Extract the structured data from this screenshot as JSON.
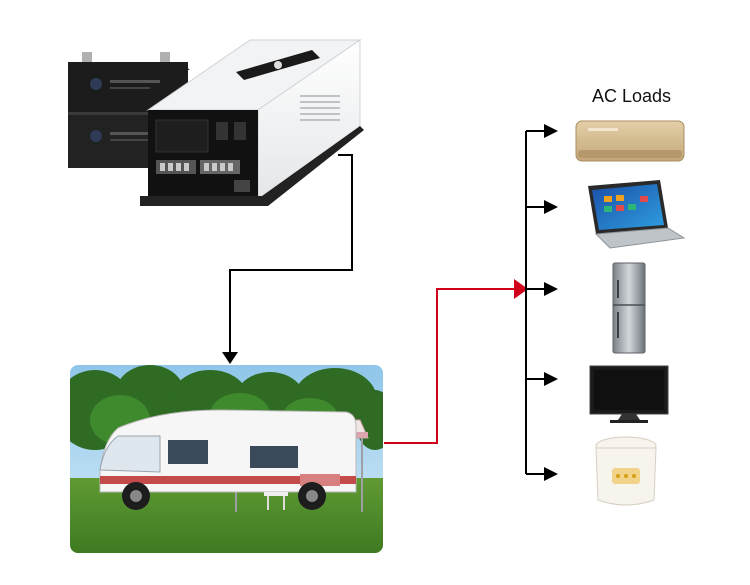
{
  "diagram": {
    "loads_title": "AC Loads",
    "nodes": [
      {
        "id": "inverter-battery",
        "kind": "inverter with two batteries"
      },
      {
        "id": "rv",
        "kind": "camper van with awning"
      },
      {
        "id": "air-conditioner",
        "kind": "air conditioner"
      },
      {
        "id": "laptop",
        "kind": "laptop"
      },
      {
        "id": "refrigerator",
        "kind": "refrigerator"
      },
      {
        "id": "television",
        "kind": "television"
      },
      {
        "id": "rice-cooker",
        "kind": "rice cooker"
      }
    ],
    "edges": [
      {
        "from": "inverter-battery",
        "to": "rv",
        "color": "#000000"
      },
      {
        "from": "rv",
        "to": "loads-bus",
        "color": "#d0021b"
      },
      {
        "from": "loads-bus",
        "to": "air-conditioner",
        "color": "#000000"
      },
      {
        "from": "loads-bus",
        "to": "laptop",
        "color": "#000000"
      },
      {
        "from": "loads-bus",
        "to": "refrigerator",
        "color": "#000000"
      },
      {
        "from": "loads-bus",
        "to": "television",
        "color": "#000000"
      },
      {
        "from": "loads-bus",
        "to": "rice-cooker",
        "color": "#000000"
      }
    ]
  }
}
